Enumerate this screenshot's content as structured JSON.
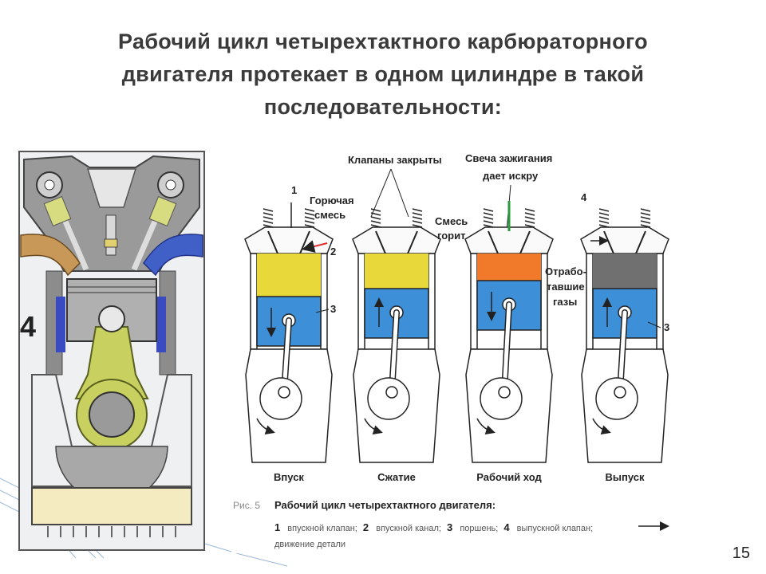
{
  "slide": {
    "title": "Рабочий цикл четырехтактного карбюраторного двигателя протекает в одном цилиндре в такой последовательности:",
    "number": "15"
  },
  "section_view": {
    "label": "4"
  },
  "strokes": {
    "intake": {
      "name": "Впуск",
      "callouts": [
        "1",
        "Горючая",
        "смесь",
        "2",
        "3"
      ]
    },
    "compression": {
      "name": "Сжатие"
    },
    "power": {
      "name": "Рабочий ход",
      "callouts": [
        "Смесь",
        "горит"
      ]
    },
    "exhaust": {
      "name": "Выпуск",
      "callouts": [
        "4",
        "Отрабо-",
        "тавшие",
        "газы",
        "3"
      ]
    },
    "top_labels": {
      "valves_closed": "Клапаны закрыты",
      "spark_line1": "Свеча зажигания",
      "spark_line2": "дает искру"
    }
  },
  "caption": {
    "fig": "Рис. 5",
    "title": "Рабочий цикл четырехтактного двигателя:",
    "legend": [
      {
        "n": "1",
        "t": "впускной клапан;"
      },
      {
        "n": "2",
        "t": "впускной канал;"
      },
      {
        "n": "3",
        "t": "поршень;"
      },
      {
        "n": "4",
        "t": "выпускной клапан;"
      }
    ],
    "motion": "движение детали"
  },
  "colors": {
    "fresh_mixture": "#e8d83a",
    "piston": "#3d8fd8",
    "burning": "#f07a2a",
    "exhaust_gas": "#707070",
    "engine_body": "#8c8c8c",
    "rod": "#c8d060",
    "intake_port": "#c89858",
    "exhaust_port": "#4060c8",
    "title_text": "#3a3a3a"
  }
}
